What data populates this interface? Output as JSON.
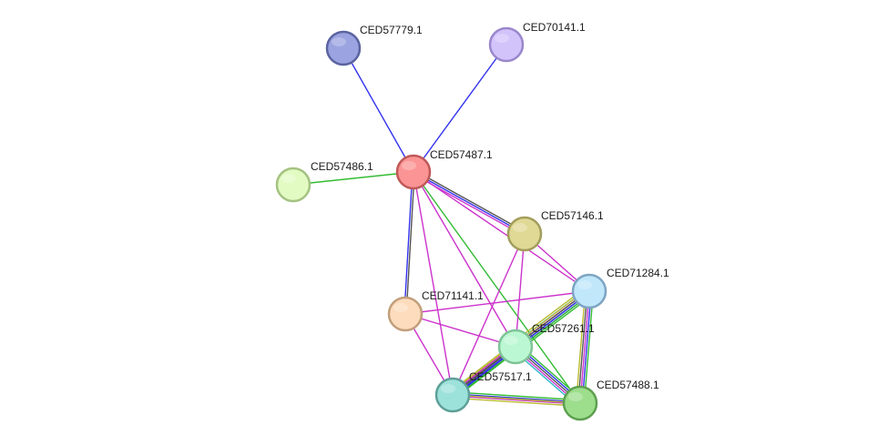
{
  "network": {
    "nodes": [
      {
        "id": "CED57779.1",
        "label": "CED57779.1",
        "fill": "#9ba3e0",
        "stroke": "#5b63a0"
      },
      {
        "id": "CED70141.1",
        "label": "CED70141.1",
        "fill": "#d3c3fb",
        "stroke": "#9a87cc"
      },
      {
        "id": "CED57487.1",
        "label": "CED57487.1",
        "fill": "#fb9595",
        "stroke": "#c05858"
      },
      {
        "id": "CED57486.1",
        "label": "CED57486.1",
        "fill": "#e2fbc3",
        "stroke": "#a4c281"
      },
      {
        "id": "CED57146.1",
        "label": "CED57146.1",
        "fill": "#dfd995",
        "stroke": "#a39d5c"
      },
      {
        "id": "CED71284.1",
        "label": "CED71284.1",
        "fill": "#c1e7fb",
        "stroke": "#7da5c2"
      },
      {
        "id": "CED71141.1",
        "label": "CED71141.1",
        "fill": "#fcdcbc",
        "stroke": "#c29e7b"
      },
      {
        "id": "CED57261.1",
        "label": "CED57261.1",
        "fill": "#bcf7d3",
        "stroke": "#7ec497"
      },
      {
        "id": "CED57517.1",
        "label": "CED57517.1",
        "fill": "#9de2da",
        "stroke": "#5e9f98"
      },
      {
        "id": "CED57488.1",
        "label": "CED57488.1",
        "fill": "#9cde8c",
        "stroke": "#5e9f50"
      }
    ],
    "edges": [
      {
        "source": "CED57487.1",
        "target": "CED57779.1",
        "colors": [
          "#3333ee"
        ]
      },
      {
        "source": "CED57487.1",
        "target": "CED70141.1",
        "colors": [
          "#3333ee"
        ]
      },
      {
        "source": "CED57487.1",
        "target": "CED57486.1",
        "colors": [
          "#33bb33"
        ]
      },
      {
        "source": "CED57487.1",
        "target": "CED57146.1",
        "colors": [
          "#555555",
          "#3333ee",
          "#cc33cc"
        ]
      },
      {
        "source": "CED57487.1",
        "target": "CED71284.1",
        "colors": [
          "#cc33cc"
        ]
      },
      {
        "source": "CED57487.1",
        "target": "CED71141.1",
        "colors": [
          "#555555",
          "#3333ee"
        ]
      },
      {
        "source": "CED57487.1",
        "target": "CED57261.1",
        "colors": [
          "#cc33cc"
        ]
      },
      {
        "source": "CED57487.1",
        "target": "CED57517.1",
        "colors": [
          "#cc33cc"
        ]
      },
      {
        "source": "CED57487.1",
        "target": "CED57488.1",
        "colors": [
          "#33bb33"
        ]
      },
      {
        "source": "CED57146.1",
        "target": "CED71284.1",
        "colors": [
          "#cc33cc"
        ]
      },
      {
        "source": "CED57146.1",
        "target": "CED57261.1",
        "colors": [
          "#cc33cc"
        ]
      },
      {
        "source": "CED57146.1",
        "target": "CED57517.1",
        "colors": [
          "#cc33cc"
        ]
      },
      {
        "source": "CED71141.1",
        "target": "CED71284.1",
        "colors": [
          "#cc33cc"
        ]
      },
      {
        "source": "CED71141.1",
        "target": "CED57261.1",
        "colors": [
          "#cc33cc"
        ]
      },
      {
        "source": "CED71141.1",
        "target": "CED57517.1",
        "colors": [
          "#cc33cc"
        ]
      },
      {
        "source": "CED71284.1",
        "target": "CED57261.1",
        "colors": [
          "#33bb33",
          "#3333ee",
          "#555555",
          "#cc33cc",
          "#33bbcc",
          "#bbbb33"
        ]
      },
      {
        "source": "CED71284.1",
        "target": "CED57517.1",
        "colors": [
          "#33bb33",
          "#3333ee",
          "#555555",
          "#bbbb33"
        ]
      },
      {
        "source": "CED71284.1",
        "target": "CED57488.1",
        "colors": [
          "#33bb33",
          "#3333ee",
          "#cc33cc",
          "#555555",
          "#bbbb33"
        ]
      },
      {
        "source": "CED57261.1",
        "target": "CED57517.1",
        "colors": [
          "#33bb33",
          "#3333ee",
          "#555555",
          "#cc33cc",
          "#bbbb33"
        ]
      },
      {
        "source": "CED57261.1",
        "target": "CED57488.1",
        "colors": [
          "#33bb33",
          "#3333ee",
          "#555555",
          "#cc33cc",
          "#33bbcc"
        ]
      },
      {
        "source": "CED57517.1",
        "target": "CED57488.1",
        "colors": [
          "#33bb33",
          "#3333ee",
          "#cc33cc",
          "#bbbb33"
        ]
      },
      {
        "source": "CED57517.1",
        "target": "CED57488.1",
        "colors": [
          "#bbbb33"
        ]
      }
    ]
  }
}
